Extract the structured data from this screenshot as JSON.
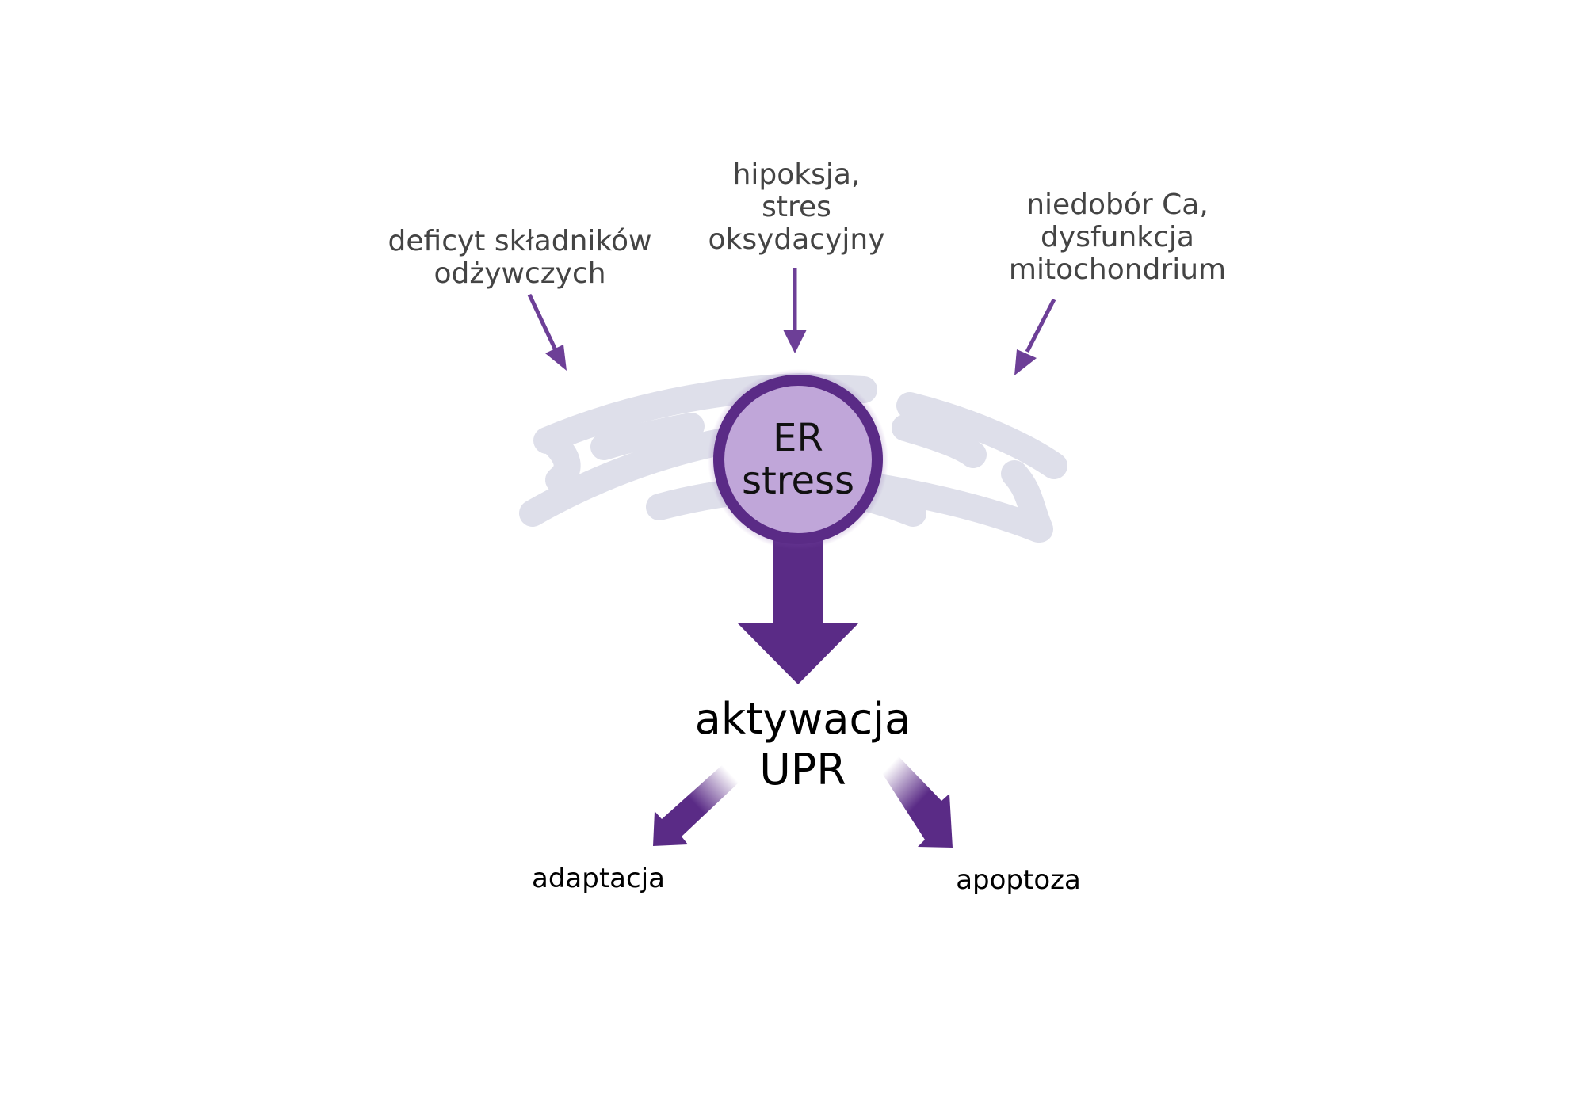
{
  "colors": {
    "er_membrane": "#dedfea",
    "arrow_thin": "#6d3f97",
    "arrow_main": "#5a2b86",
    "circle_fill": "#c0a6d9",
    "circle_ring": "#5a2b86",
    "cause_text": "#444444"
  },
  "causes": {
    "left": {
      "line1": "deficyt składników",
      "line2": "odżywczych"
    },
    "middle": {
      "line1": "hipoksja,",
      "line2": "stres",
      "line3": "oksydacyjny"
    },
    "right": {
      "line1": "niedobór Ca,",
      "line2": "dysfunkcja",
      "line3": "mitochondrium"
    }
  },
  "center": {
    "line1": "ER",
    "line2": "stress"
  },
  "main": {
    "line1": "aktywacja",
    "line2": "UPR"
  },
  "outcomes": {
    "left": "adaptacja",
    "right": "apoptoza"
  }
}
